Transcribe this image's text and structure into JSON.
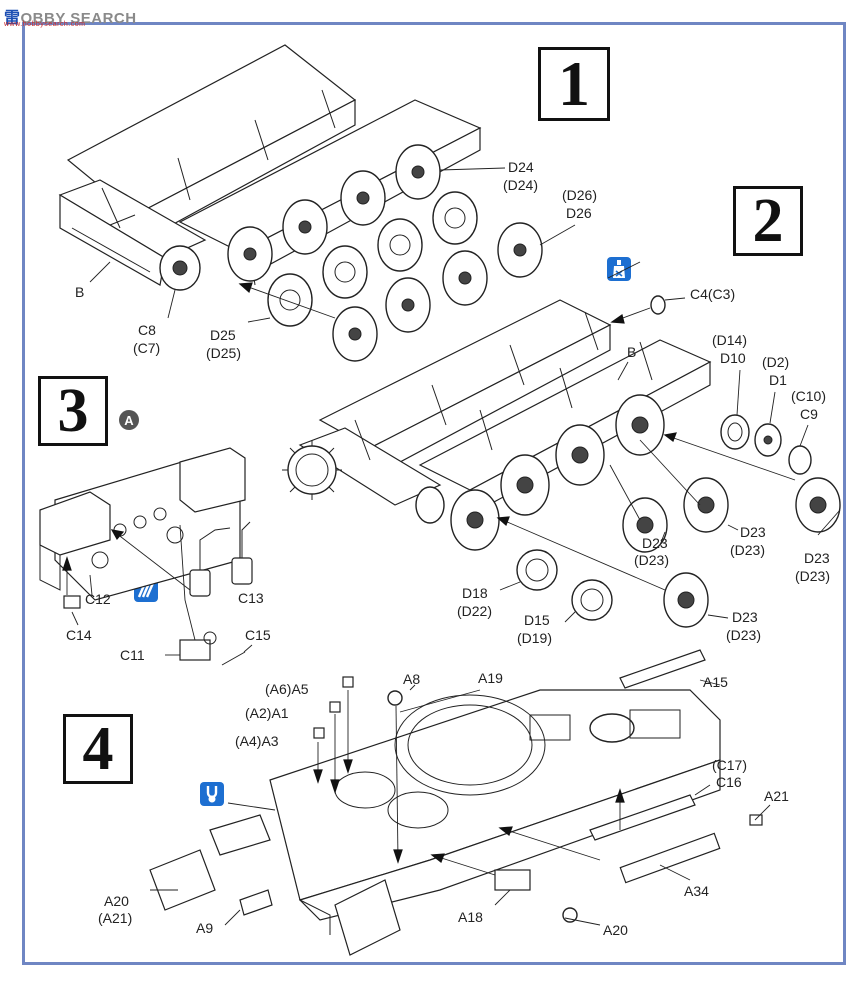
{
  "watermark": {
    "cn": "雷",
    "brand": "OBBY SEARCH",
    "sub": "www.hobbysearch.com"
  },
  "steps": [
    "1",
    "2",
    "3",
    "4"
  ],
  "step3_badge": "A",
  "labels": {
    "step1": {
      "b": "B",
      "c8": "C8",
      "c7": "(C7)",
      "d24": "D24",
      "d24p": "(D24)",
      "d26p": "(D26)",
      "d26": "D26",
      "d25": "D25",
      "d25p": "(D25)"
    },
    "step2": {
      "c4": "C4(C3)",
      "b": "B",
      "d14p": "(D14)",
      "d10": "D10",
      "d2p": "(D2)",
      "d1": "D1",
      "c10p": "(C10)",
      "c9": "C9",
      "d23a": "D23",
      "d23ap": "(D23)",
      "d23b": "D23",
      "d23bp": "(D23)",
      "d23c": "D23",
      "d23cp": "(D23)",
      "d23d": "D23",
      "d23dp": "(D23)",
      "d18": "D18",
      "d22p": "(D22)",
      "d15": "D15",
      "d19p": "(D19)"
    },
    "step3": {
      "c12": "C12",
      "c13": "C13",
      "c14": "C14",
      "c11": "C11",
      "c15": "C15"
    },
    "step4": {
      "a6a5": "(A6)A5",
      "a2a1": "(A2)A1",
      "a4a3": "(A4)A3",
      "a8": "A8",
      "a19": "A19",
      "a15": "A15",
      "c17p": "(C17)",
      "c16": "C16",
      "a21": "A21",
      "a20": "A20",
      "a21p": "(A21)",
      "a9": "A9",
      "a18": "A18",
      "a34": "A34",
      "a20b": "A20"
    }
  },
  "icons": {
    "glue": "cement-bottle-icon",
    "paint": "paint-stripes-icon",
    "drill": "drill-hole-icon"
  },
  "colors": {
    "frame": "#6f86c3",
    "icon": "#1d6fd1",
    "ink": "#222222"
  }
}
